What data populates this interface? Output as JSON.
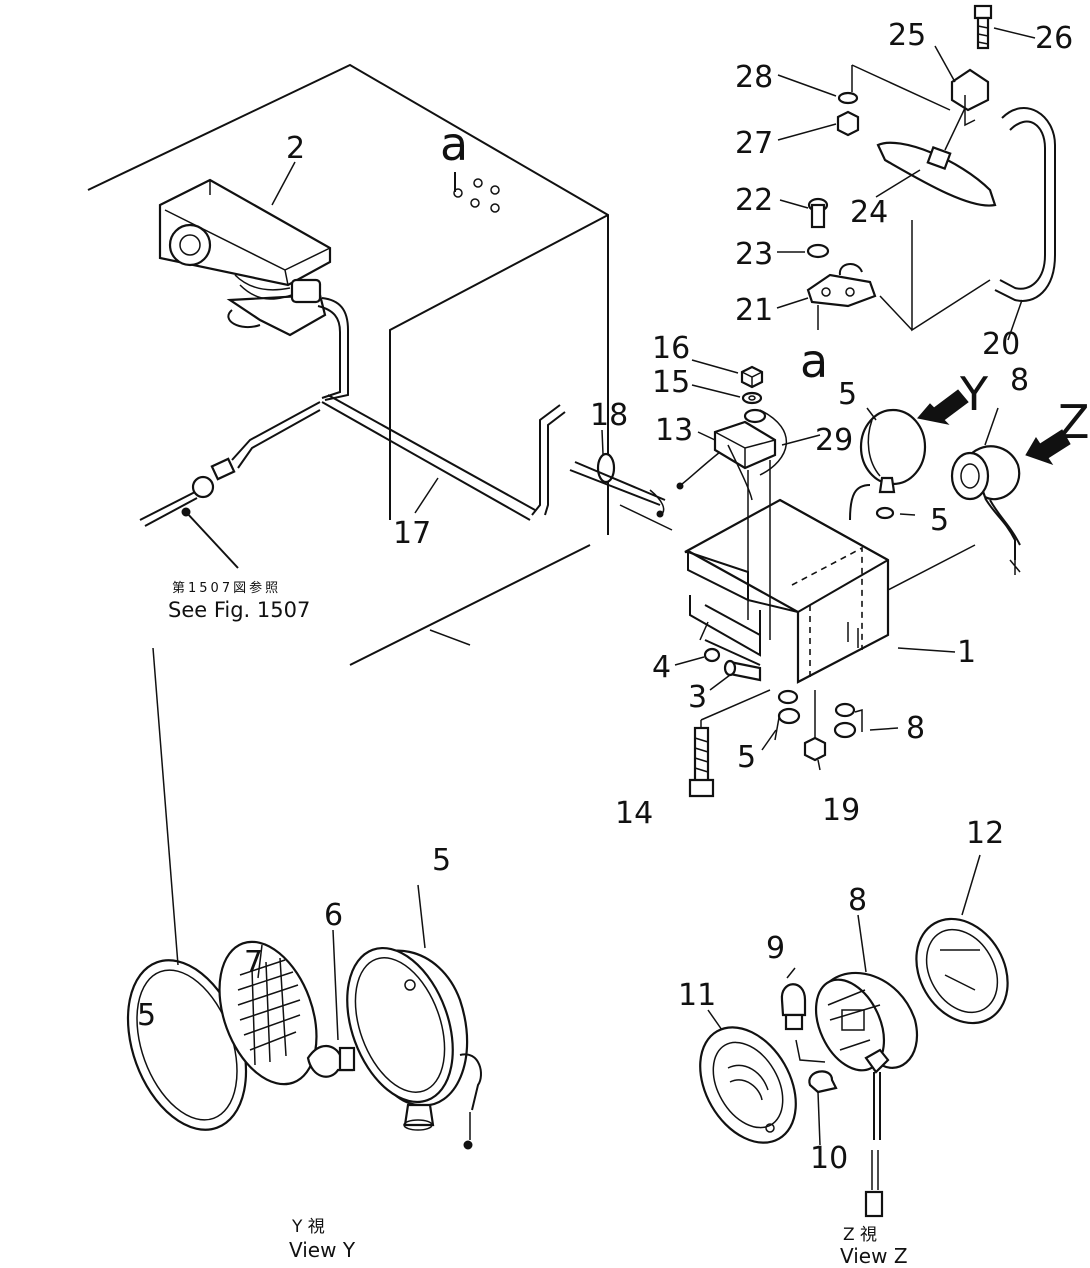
{
  "labels": {
    "p1": "1",
    "p2": "2",
    "p3": "3",
    "p4": "4",
    "p5": "5",
    "p6": "6",
    "p7": "7",
    "p8": "8",
    "p9": "9",
    "p10": "10",
    "p11": "11",
    "p12": "12",
    "p13": "13",
    "p14": "14",
    "p15": "15",
    "p16": "16",
    "p17": "17",
    "p18": "18",
    "p19": "19",
    "p20": "20",
    "p21": "21",
    "p22": "22",
    "p23": "23",
    "p24": "24",
    "p25": "25",
    "p26": "26",
    "p27": "27",
    "p28": "28",
    "p29": "29"
  },
  "markers": {
    "a": "a",
    "y": "Y",
    "z": "Z"
  },
  "reference": {
    "jp": "第1507図参照",
    "en": "See Fig. 1507"
  },
  "views": {
    "y_jp": "Y 視",
    "y_en": "View Y",
    "z_jp": "Z 視",
    "z_en": "View Z"
  }
}
